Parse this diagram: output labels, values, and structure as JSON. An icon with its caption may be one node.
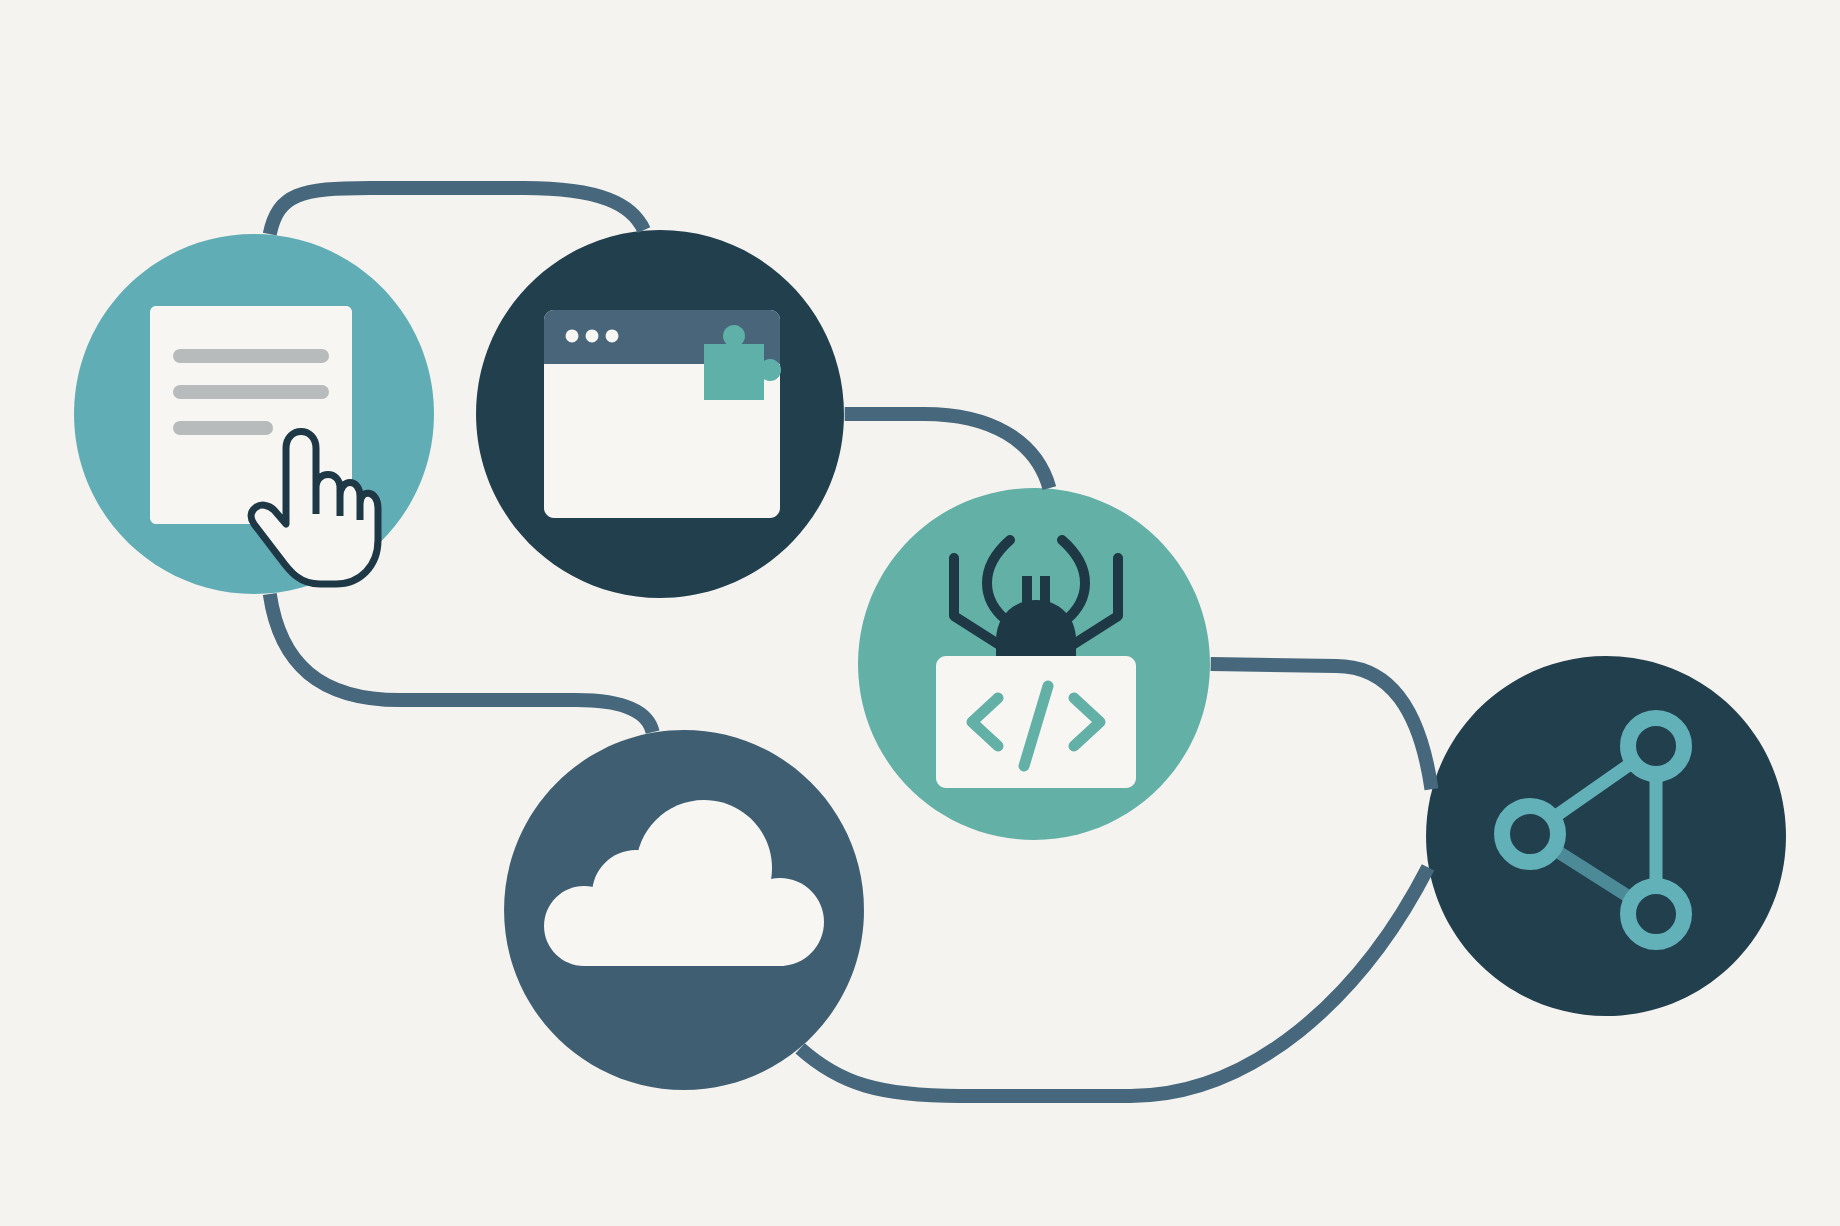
{
  "diagram": {
    "nodes": [
      {
        "text": [],
        "shape": "picture"
      },
      {
        "text": [],
        "shape": "picture"
      },
      {
        "text": [],
        "shape": "picture"
      },
      {
        "text": [],
        "shape": "picture"
      },
      {
        "text": [],
        "shape": "picture"
      }
    ],
    "edges": [
      {
        "from": 0,
        "to": 1,
        "arrow": "none"
      },
      {
        "from": 1,
        "to": 2,
        "arrow": "none"
      },
      {
        "from": 2,
        "to": 4,
        "arrow": "none"
      },
      {
        "from": 0,
        "to": 3,
        "arrow": "none"
      },
      {
        "from": 3,
        "to": 4,
        "arrow": "none"
      }
    ]
  }
}
